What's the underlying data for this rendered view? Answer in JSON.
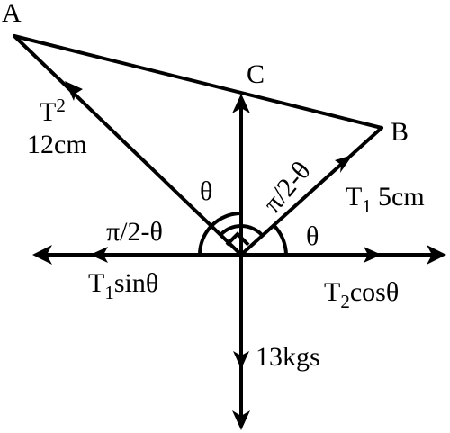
{
  "points": {
    "A": "A",
    "B": "B",
    "C": "C"
  },
  "forces": {
    "t2_symbol": "T",
    "t2_subscript": "2",
    "t2_length": "12cm",
    "t1_symbol": "T",
    "t1_subscript": "1",
    "t1_length": "5cm",
    "left_component_symbol": "T",
    "left_component_subscript": "1",
    "left_component_rest": "sinθ",
    "right_component_symbol": "T",
    "right_component_subscript": "2",
    "right_component_rest": "cosθ",
    "weight": "13kgs"
  },
  "angles": {
    "theta_top_left": "θ",
    "complement_on_T1": "π/2-θ",
    "complement_left": "π/2-θ",
    "theta_right": "θ"
  }
}
